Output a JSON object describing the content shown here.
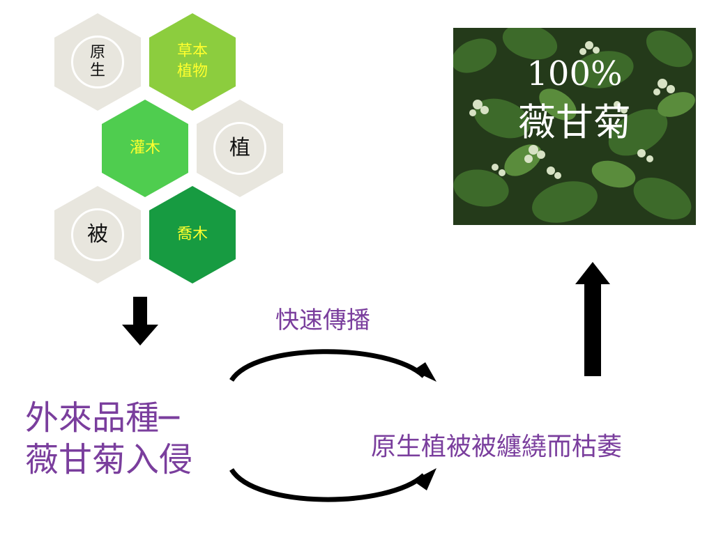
{
  "hexagons": {
    "native": "原\n生",
    "herbaceous": "草本\n植物",
    "shrub": "灌木",
    "plant": "植",
    "cover": "被",
    "tree": "喬木"
  },
  "colors": {
    "beige": "#e8e6de",
    "herbaceous": "#8ccd3e",
    "shrub": "#4fcd4f",
    "tree": "#179b41",
    "label_yellow": "#ffff2e",
    "purple": "#7a3e9d"
  },
  "photo": {
    "line1": "100%",
    "line2": "薇甘菊"
  },
  "labels": {
    "spread": "快速傳播",
    "invasion_line1": "外來品種─",
    "invasion_line2": "薇甘菊入侵",
    "result": "原生植被被纏繞而枯萎"
  },
  "icons": {
    "down_arrow": "down-arrow-icon",
    "up_arrow": "up-arrow-icon",
    "curved_arrow_top": "curved-arrow-right-icon",
    "curved_arrow_bottom": "curved-arrow-right-icon"
  }
}
